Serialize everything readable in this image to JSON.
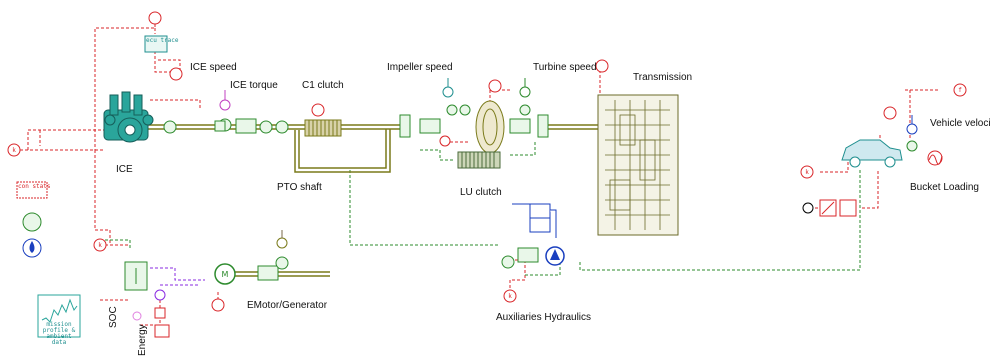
{
  "labels": {
    "ice": "ICE",
    "ice_speed": "ICE speed",
    "ice_torque": "ICE torque",
    "c1_clutch": "C1 clutch",
    "pto_shaft": "PTO shaft",
    "impeller_speed": "Impeller speed",
    "turbine_speed": "Turbine speed",
    "transmission": "Transmission",
    "lu_clutch": "LU clutch",
    "vehicle_velocity": "Vehicle velocity",
    "bucket_loading": "Bucket Loading",
    "emotor_generator": "EMotor/Generator",
    "auxiliaries_hydraulics": "Auxiliaries Hydraulics",
    "soc": "SOC",
    "energy": "Energy"
  },
  "blocks": {
    "ecu_trace": "ecu trace",
    "con_stats": "con stats",
    "mission_profile": "mission profile & ambient data"
  },
  "colors": {
    "green": "#2e8b2e",
    "olive": "#7a7a1a",
    "red": "#d9262a",
    "teal": "#1f8f8f",
    "blue": "#1a3fbf",
    "purple": "#8a2be2"
  }
}
